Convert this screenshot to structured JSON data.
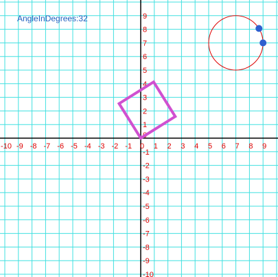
{
  "angle_readout": {
    "label": "AngleInDegrees:",
    "value": "32"
  },
  "grid": {
    "x_min": -10,
    "x_max": 10,
    "y_min": -10,
    "y_max": 10,
    "step": 1,
    "x_tick_labels": [
      "-10",
      "-9",
      "-8",
      "-7",
      "-6",
      "-5",
      "-4",
      "-3",
      "-2",
      "-1",
      "0",
      "1",
      "2",
      "3",
      "4",
      "5",
      "6",
      "7",
      "8",
      "9"
    ],
    "y_tick_labels": [
      "9",
      "8",
      "7",
      "6",
      "5",
      "4",
      "3",
      "2",
      "1",
      "0",
      "-1",
      "-2",
      "-3",
      "-4",
      "-5",
      "-6",
      "-7",
      "-8",
      "-9",
      "-10"
    ]
  },
  "shapes": {
    "rotated_square": {
      "vertices": [
        [
          0,
          0
        ],
        [
          2.54,
          1.59
        ],
        [
          0.95,
          4.13
        ],
        [
          -1.59,
          2.54
        ]
      ],
      "color": "#d050d0"
    },
    "circle": {
      "center": [
        7,
        7
      ],
      "radius": 2,
      "color": "#dd0000"
    },
    "handle_points": {
      "points": [
        [
          8.7,
          8.06
        ],
        [
          9.0,
          7.0
        ]
      ],
      "color": "#2f5fcf"
    }
  },
  "colors": {
    "grid_line": "#40e0e0",
    "axis": "#000000",
    "tick_label": "#dd0000"
  }
}
